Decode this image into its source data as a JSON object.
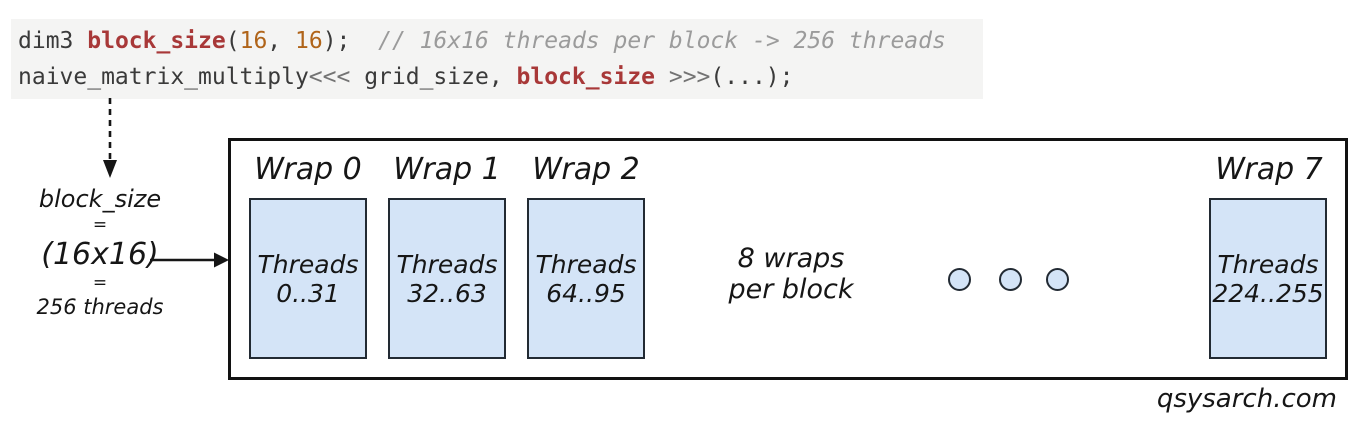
{
  "colors": {
    "code-bg": "#f4f4f3",
    "code-default": "#3a3a3a",
    "code-red": "#a83838",
    "code-orange": "#b06419",
    "code-comment": "#9b9b9b",
    "code-angle": "#737373",
    "card-fill": "#d4e4f7",
    "card-border": "#222a33",
    "box-border": "#121212",
    "ink": "#161616"
  },
  "code": {
    "line1": [
      {
        "text": "dim3 ",
        "style": "default"
      },
      {
        "text": "block_size",
        "style": "red"
      },
      {
        "text": "(",
        "style": "default"
      },
      {
        "text": "16",
        "style": "orange"
      },
      {
        "text": ", ",
        "style": "default"
      },
      {
        "text": "16",
        "style": "orange"
      },
      {
        "text": ");  ",
        "style": "default"
      },
      {
        "text": "// 16x16 threads per block -> 256 threads",
        "style": "comment"
      }
    ],
    "line2": [
      {
        "text": "naive_matrix_multiply",
        "style": "default"
      },
      {
        "text": "<<<",
        "style": "angle"
      },
      {
        "text": " grid_size, ",
        "style": "default"
      },
      {
        "text": "block_size",
        "style": "red"
      },
      {
        "text": " ",
        "style": "default"
      },
      {
        "text": ">>>",
        "style": "angle"
      },
      {
        "text": "(...);",
        "style": "default"
      }
    ]
  },
  "annotation": {
    "name": "block_size",
    "eq1": "=",
    "value": "(16x16)",
    "eq2": "=",
    "result": "256 threads"
  },
  "icons": {
    "dashed-down-arrow": "vertical dashed line with down arrowhead",
    "right-arrow": "solid horizontal line with right arrowhead",
    "ellipsis": "3 small outlined circles"
  },
  "diagram": {
    "warps": [
      {
        "label": "Wrap 0",
        "threads_label": "Threads",
        "range": "0..31"
      },
      {
        "label": "Wrap 1",
        "threads_label": "Threads",
        "range": "32..63"
      },
      {
        "label": "Wrap 2",
        "threads_label": "Threads",
        "range": "64..95"
      },
      {
        "label": "Wrap 7",
        "threads_label": "Threads",
        "range": "224..255"
      }
    ],
    "note": {
      "line1": "8 wraps",
      "line2": "per block"
    },
    "ellipsis_count": 3
  },
  "watermark": "qsysarch.com"
}
